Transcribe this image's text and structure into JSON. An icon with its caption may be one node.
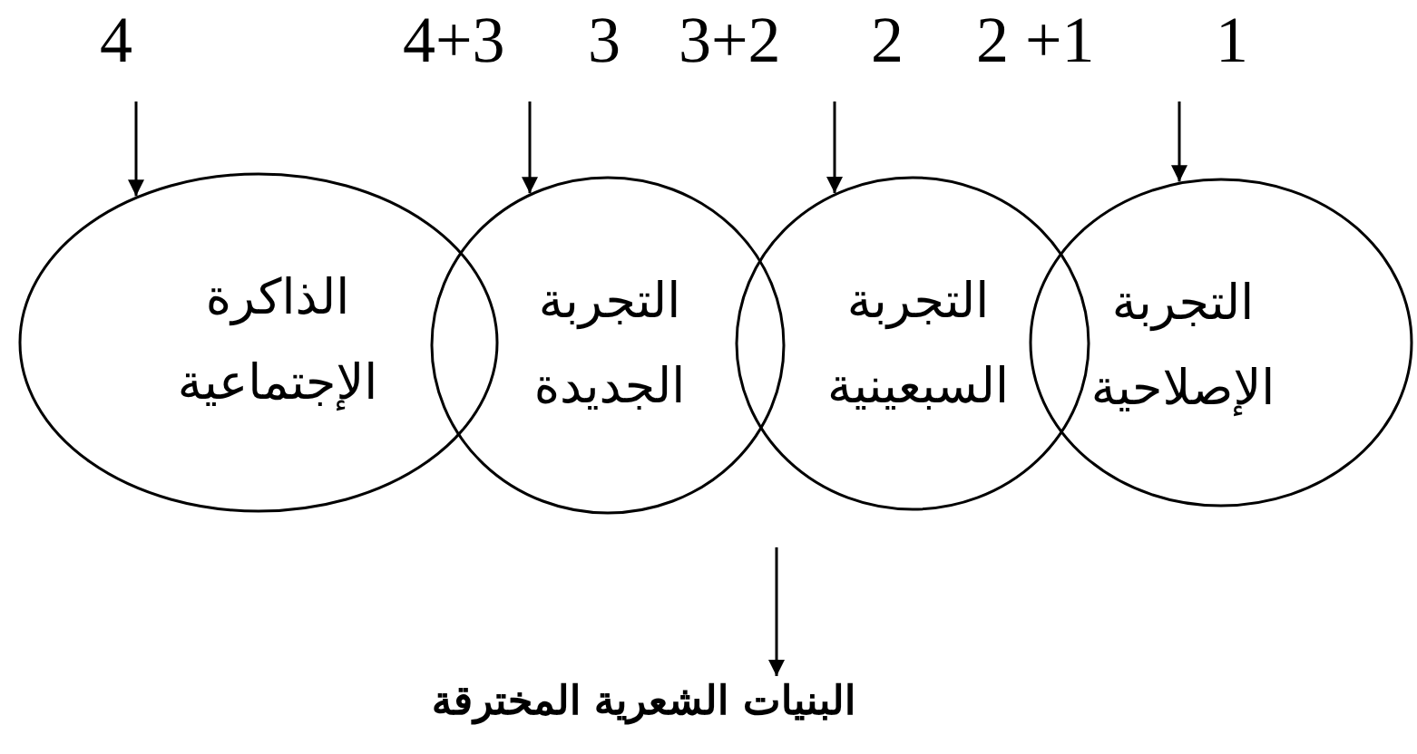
{
  "diagram": {
    "nodes": [
      {
        "text": [
          "4"
        ]
      },
      {
        "text": [
          "4+3"
        ]
      },
      {
        "text": [
          "3+2"
        ]
      },
      {
        "text": [
          "2 +1"
        ]
      },
      {
        "text": [
          "الذاكرة الإجتماعية"
        ]
      },
      {
        "text": [
          "التجربة الجديدة"
        ]
      },
      {
        "text": [
          "التجربة السبعينية"
        ]
      },
      {
        "text": [
          "التجربة الإصلاحية"
        ]
      },
      {
        "text": [
          "البنيات الشعرية المخترقة"
        ]
      }
    ],
    "edges": [
      {
        "from": 0,
        "to": 4,
        "arrow": "to"
      },
      {
        "from": 1,
        "to": 5,
        "arrow": "to"
      },
      {
        "from": 2,
        "to": 6,
        "arrow": "to"
      },
      {
        "from": 3,
        "to": 7,
        "arrow": "to"
      },
      {
        "from": null,
        "to": 8,
        "arrow": "to"
      }
    ],
    "labels": [
      "3",
      "2",
      "1"
    ]
  }
}
